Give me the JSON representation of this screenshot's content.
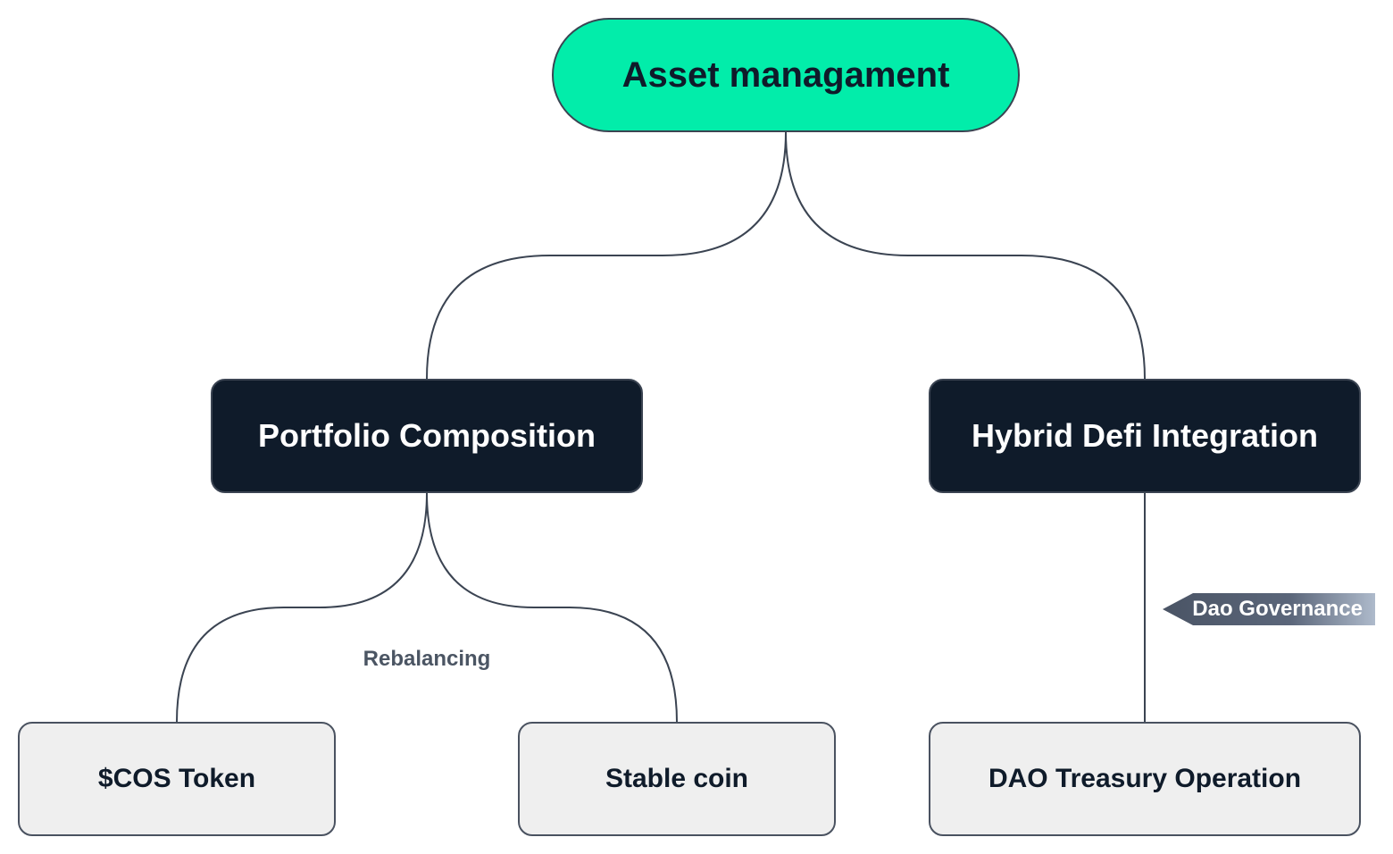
{
  "diagram": {
    "root": {
      "label": "Asset managament",
      "color": "#02EDAA"
    },
    "branches": [
      {
        "label": "Portfolio Composition",
        "color": "#0F1B2A"
      },
      {
        "label": "Hybrid Defi Integration",
        "color": "#0F1B2A"
      }
    ],
    "leaves": [
      {
        "label": "$COS Token"
      },
      {
        "label": "Stable coin"
      },
      {
        "label": "DAO Treasury Operation"
      }
    ],
    "edge_labels": {
      "rebalancing": "Rebalancing",
      "dao_governance": "Dao Governance"
    },
    "colors": {
      "edge": "#3B4452",
      "leaf_fill": "#EFEFEF",
      "tag_fill": "#4A5465"
    }
  }
}
